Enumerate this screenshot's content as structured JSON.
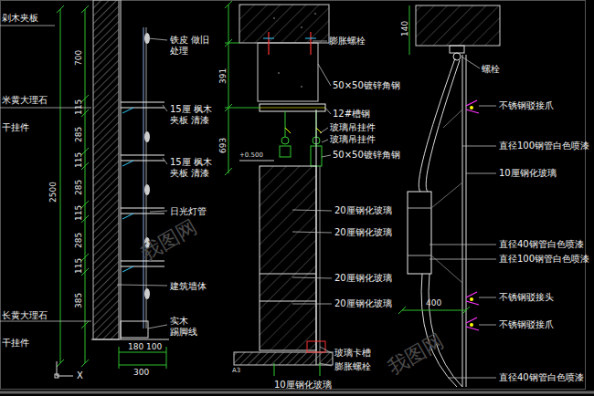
{
  "diagram": {
    "labels": [
      "剁木夹板",
      "米黄大理石",
      "干挂件",
      "长黄大理石",
      "干挂件",
      "2500",
      "700",
      "115",
      "285",
      "115",
      "285",
      "115",
      "285",
      "115",
      "385",
      "铁皮 做旧处理",
      "15厘 枫木夹板 清漆",
      "15厘 枫木夹板 清漆",
      "日光灯管",
      "建筑墙体",
      "实木 踢脚线",
      "180",
      "100",
      "300",
      "391",
      "693",
      "膨胀螺栓",
      "50×50镀锌角钢",
      "12#槽钢",
      "玻璃吊挂件",
      "玻璃吊挂件",
      "50×50镀锌角钢",
      "20厘钢化玻璃",
      "20厘钢化玻璃",
      "20厘钢化玻璃",
      "20厘钢化玻璃",
      "玻璃卡槽",
      "膨胀螺栓",
      "10厘钢化玻璃",
      "+0.500",
      "A3",
      "140",
      "螺栓",
      "不锈钢驳接爪",
      "直径100钢管白色喷漆",
      "10厘钢化玻璃",
      "直径40钢管白色喷漆",
      "直径100钢管白色喷漆",
      "400",
      "不锈钢驳接头",
      "不锈钢驳接爪",
      "直径40钢管白色喷漆",
      "X",
      "我图网",
      "我图网"
    ]
  }
}
